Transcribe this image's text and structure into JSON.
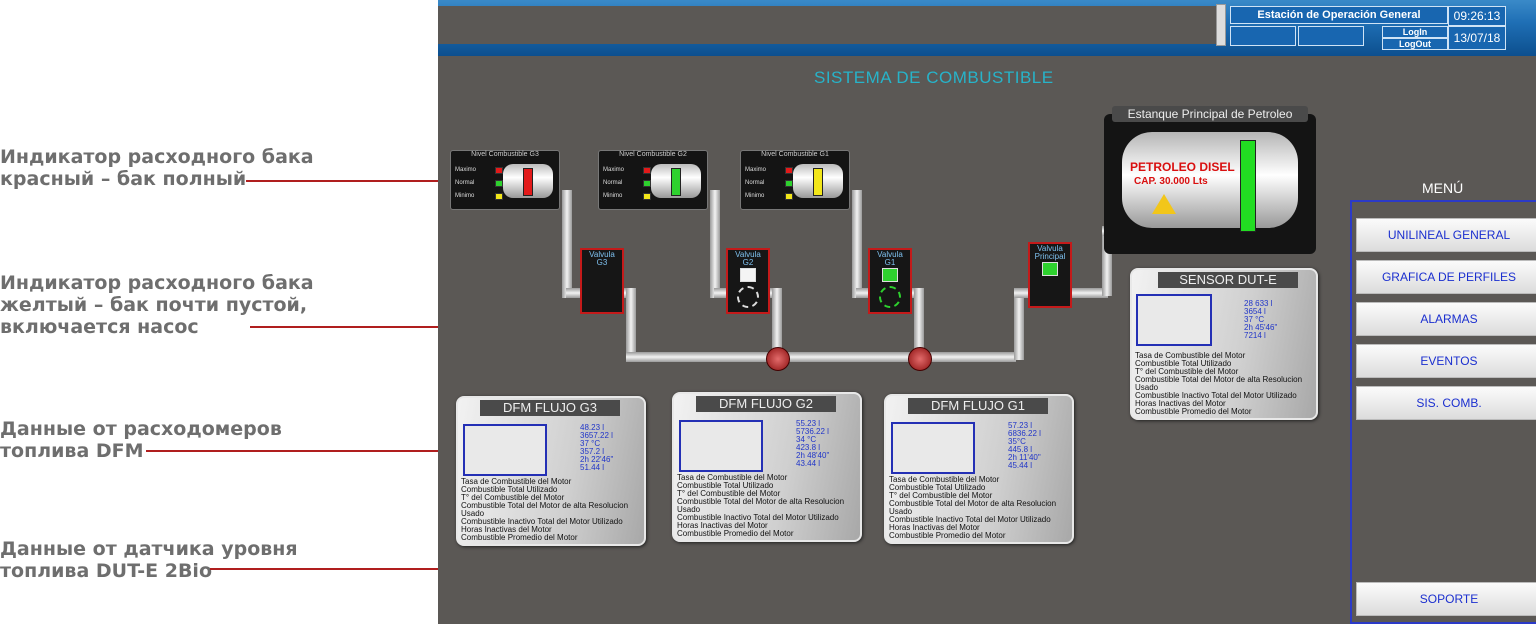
{
  "annotations": [
    {
      "text": "Индикатор расходного бака\nкрасный – бак полный"
    },
    {
      "text": "Индикатор расходного бака\nжелтый – бак почти пустой,\nвключается насос"
    },
    {
      "text": "Данные от расходомеров\nтоплива DFM"
    },
    {
      "text": "Данные от датчика уровня\nтоплива DUT-E 2Bio"
    }
  ],
  "header": {
    "station": "Estación de Operación General",
    "time": "09:26:13",
    "date": "13/07/18",
    "login": "LogIn",
    "logout": "LogOut"
  },
  "title": "SISTEMA DE COMBUSTIBLE",
  "tanks": [
    {
      "title": "Nivel Combustible G3",
      "levels": [
        "Maximo",
        "Normal",
        "Minimo"
      ],
      "indicator": "red"
    },
    {
      "title": "Nivel Combustible G2",
      "levels": [
        "Maximo",
        "Normal",
        "Minimo"
      ],
      "indicator": "green"
    },
    {
      "title": "Nivel Combustible G1",
      "levels": [
        "Maximo",
        "Normal",
        "Minimo"
      ],
      "indicator": "yellow"
    }
  ],
  "valves": [
    {
      "label": "Valvula\nG3"
    },
    {
      "label": "Valvula\nG2"
    },
    {
      "label": "Valvula\nG1"
    },
    {
      "label": "Valvula\nPrincipal"
    }
  ],
  "main_tank": {
    "title": "Estanque Principal de Petroleo",
    "line1": "PETROLEO DISEL",
    "line2": "CAP. 30.000 Lts"
  },
  "sensor": {
    "title": "SENSOR DUT-E",
    "values": [
      "28 633 l",
      "3654 l",
      "37 °C",
      "2h 45'46\"",
      "7214 l"
    ],
    "labels": [
      "Tasa de Combustible del Motor",
      "Combustible Total Utilizado",
      "T° del Combustible del Motor",
      "Combustible Total del Motor de alta Resolucion Usado",
      "Combustible Inactivo Total del Motor Utilizado",
      "Horas Inactivas del Motor",
      "Combustible Promedio del Motor"
    ]
  },
  "dfm": [
    {
      "title": "DFM FLUJO G3",
      "values": [
        "48.23 l",
        "3657.22 l",
        "37 °C",
        "357.2 l",
        "2h 22'46\"",
        "51.44 l"
      ]
    },
    {
      "title": "DFM FLUJO G2",
      "values": [
        "55.23 l",
        "5736.22 l",
        "34 °C",
        "423.8 l",
        "2h 48'40\"",
        "43.44 l"
      ]
    },
    {
      "title": "DFM FLUJO G1",
      "values": [
        "57.23 l",
        "6836.22 l",
        "35°C",
        "445.8 l",
        "2h 11'40\"",
        "45.44 l"
      ]
    }
  ],
  "dfm_labels": [
    "Tasa de Combustible del Motor",
    "Combustible Total Utilizado",
    "T° del Combustible del Motor",
    "Combustible Total del Motor de alta Resolucion Usado",
    "Combustible Inactivo Total del Motor Utilizado",
    "Horas Inactivas del Motor",
    "Combustible Promedio del Motor"
  ],
  "menu": {
    "title": "MENÚ",
    "items": [
      "UNILINEAL GENERAL",
      "GRAFICA DE PERFILES",
      "ALARMAS",
      "EVENTOS",
      "SIS. COMB."
    ],
    "support": "SOPORTE"
  },
  "colors": {
    "red": "#e21a1a",
    "green": "#2ed12e",
    "yellow": "#f2e61a",
    "accent": "#27b3c9",
    "annotation_line": "#b01e1e"
  }
}
